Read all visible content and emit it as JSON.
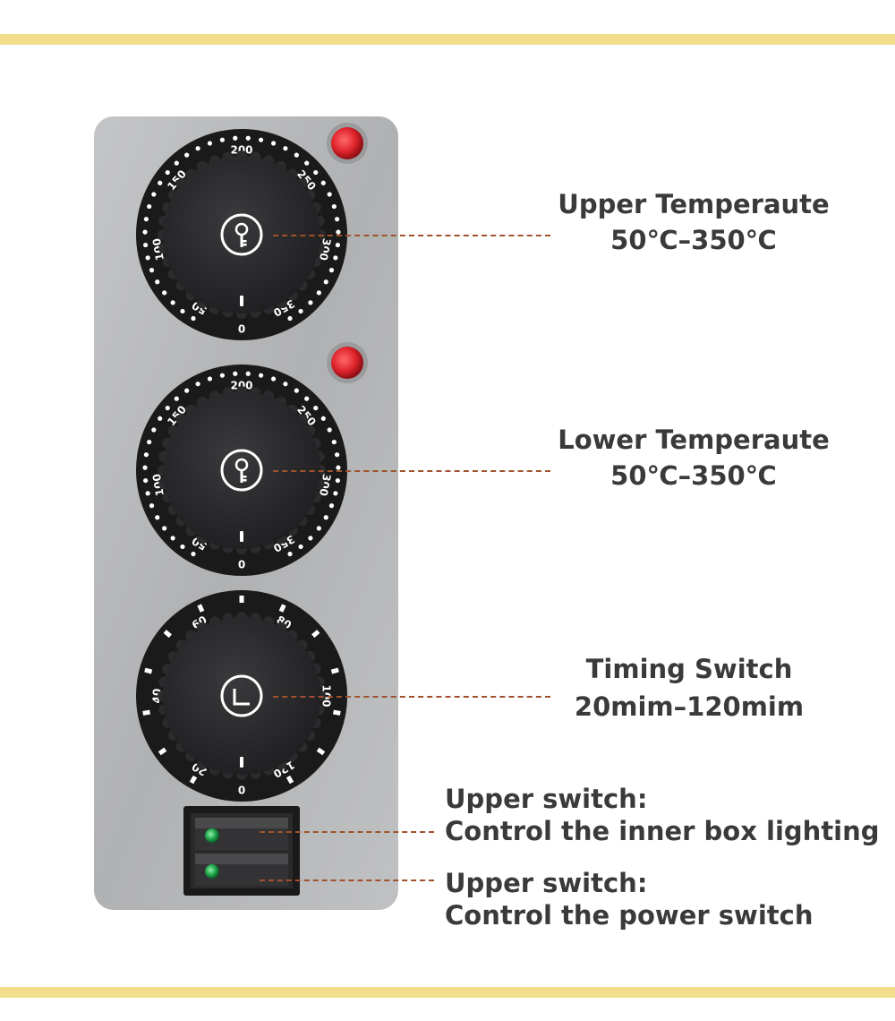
{
  "colors": {
    "stripe": "#f2dd8a",
    "panel": "#b8b9bb",
    "knob": "#2b2b2d",
    "dial_ring": "#1a1a1a",
    "pilot_light": "#e0242c",
    "indicator_led": "#1ea34a",
    "leader_line": "#a0522d",
    "text": "#3a3a3a"
  },
  "dials": [
    {
      "id": "upper-temperature",
      "scale_labels": [
        "50",
        "100",
        "150",
        "200",
        "250",
        "300",
        "350",
        "0"
      ],
      "knob_symbol": "key-icon",
      "pilot_light": true
    },
    {
      "id": "lower-temperature",
      "scale_labels": [
        "50",
        "100",
        "150",
        "200",
        "250",
        "300",
        "350",
        "0"
      ],
      "knob_symbol": "key-icon",
      "pilot_light": true
    },
    {
      "id": "timer",
      "scale_labels": [
        "20",
        "40",
        "60",
        "80",
        "100",
        "120",
        "0"
      ],
      "knob_symbol": "clock-icon",
      "pilot_light": false
    }
  ],
  "rocker_switches": [
    {
      "id": "upper-switch",
      "led": "green"
    },
    {
      "id": "lower-switch",
      "led": "green"
    }
  ],
  "labels": {
    "upper_temp": {
      "line1": "Upper Temperaute",
      "line2": "50℃–350℃"
    },
    "lower_temp": {
      "line1": "Lower Temperaute",
      "line2": "50℃–350℃"
    },
    "timing": {
      "line1": "Timing Switch",
      "line2": "20mim–120mim"
    },
    "switch1": {
      "line1": "Upper switch:",
      "line2": "Control the inner box lighting"
    },
    "switch2": {
      "line1": "Upper switch:",
      "line2": "Control the power switch"
    }
  }
}
